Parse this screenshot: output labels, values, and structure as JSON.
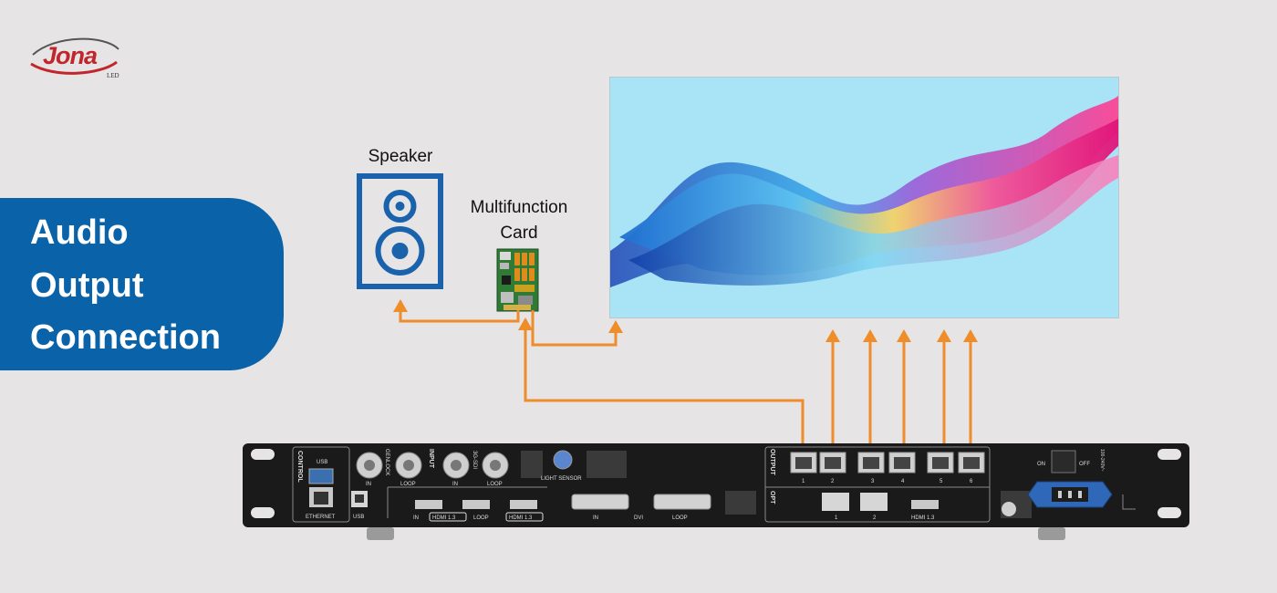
{
  "brand": {
    "name": "Jona",
    "sub": "LED",
    "accent": "#c0262b"
  },
  "title": {
    "lines": [
      "Audio",
      "Output",
      "Connection"
    ],
    "bg_color": "#0a62a8"
  },
  "labels": {
    "speaker": "Speaker",
    "card_line1": "Multifunction",
    "card_line2": "Card"
  },
  "colors": {
    "wire": "#ee8d2a",
    "speaker": "#1a63ac",
    "screen_bg": "#a8e3f6"
  },
  "device": {
    "panel_labels": {
      "control": "CONTROL",
      "usb_top": "USB",
      "ethernet": "ETHERNET",
      "usb": "USB",
      "genlock": "GENLOCK",
      "in": "IN",
      "loop": "LOOP",
      "input": "INPUT",
      "sdi": "3G-SDI",
      "light_sensor": "LIGHT SENSOR",
      "hdmi_in": "IN",
      "hdmi13_1": "HDMI 1.3",
      "hdmi_loop": "LOOP",
      "hdmi13_2": "HDMI 1.3",
      "dvi_in": "IN",
      "dvi": "DVI",
      "dvi_loop": "LOOP",
      "output": "OUTPUT",
      "opt": "OPT",
      "opt1": "1",
      "opt2": "2",
      "hdmi13_out": "HDMI 1.3",
      "on": "ON",
      "off": "OFF",
      "power": "100-240V~"
    },
    "port_numbers": [
      "1",
      "2",
      "3",
      "4",
      "5",
      "6"
    ]
  }
}
